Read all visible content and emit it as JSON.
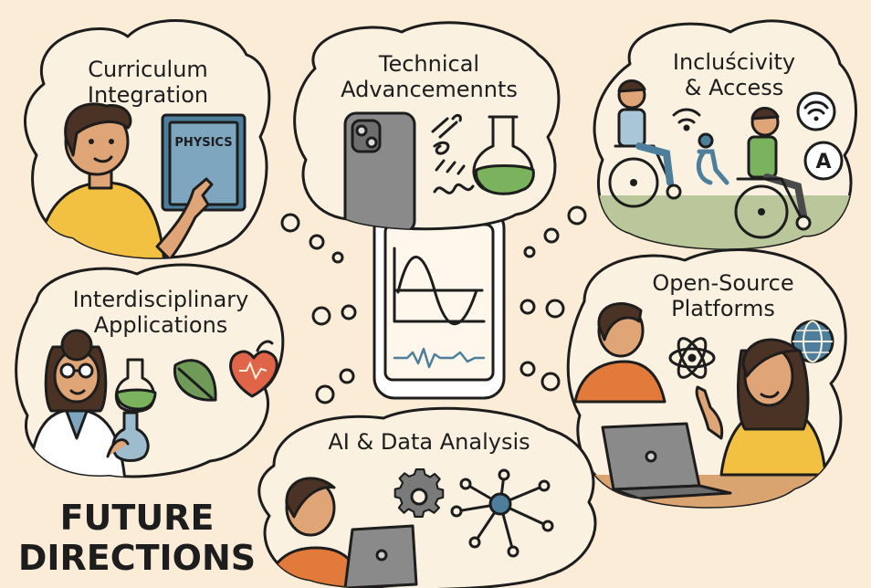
{
  "title_lines": [
    "FUTURE",
    "DIRECTIONS"
  ],
  "bubbles": [
    {
      "id": "curriculum",
      "label_lines": [
        "Curriculum",
        "Integration"
      ],
      "book_label": "PHYSICS"
    },
    {
      "id": "technical",
      "label_lines": [
        "Technical",
        "Advancemennts"
      ]
    },
    {
      "id": "inclusivity",
      "label_lines": [
        "Incluścivity",
        "& Access"
      ],
      "access_badge": "A"
    },
    {
      "id": "interdisciplinary",
      "label_lines": [
        "Interdisciplinary",
        "Applications"
      ]
    },
    {
      "id": "opensource",
      "label_lines": [
        "Open-Source",
        "Platforms"
      ]
    },
    {
      "id": "ai",
      "label_lines": [
        "AI & Data Analysis"
      ]
    }
  ],
  "colors": {
    "background": "#faecd6",
    "cloud_fill": "#fbf1e1",
    "ink": "#1d1d1d",
    "skin": "#e0a576",
    "yellow_shirt": "#f2c141",
    "orange_shirt": "#e27a3b",
    "blue": "#4d7f9c",
    "green": "#7bb25e",
    "gray_device": "#8a8a8a"
  },
  "icons": [
    "phone-icon",
    "flask-icon",
    "wifi-icon",
    "wheelchair-icon",
    "accessibility-icon",
    "gear-icon",
    "network-icon",
    "globe-icon",
    "atom-icon",
    "leaf-icon",
    "heart-icon",
    "laptop-icon",
    "book-icon"
  ]
}
